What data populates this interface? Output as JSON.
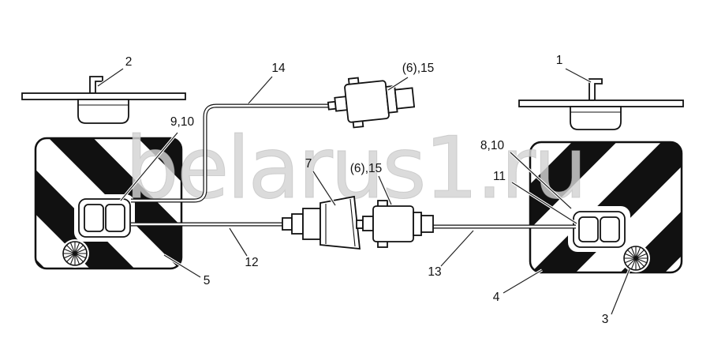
{
  "diagram": {
    "watermark": "belarus1.ru",
    "colors": {
      "stripe": "#111111",
      "line": "#1a1a1a",
      "watermark": "#d3d3d3",
      "watermark_stroke": "#b7b7b7",
      "background": "#ffffff"
    },
    "callouts": [
      {
        "text": "2"
      },
      {
        "text": "14"
      },
      {
        "text": "(6),15"
      },
      {
        "text": "1"
      },
      {
        "text": "9,10"
      },
      {
        "text": "8,10"
      },
      {
        "text": "11"
      },
      {
        "text": "7"
      },
      {
        "text": "(6),15"
      },
      {
        "text": "12"
      },
      {
        "text": "13"
      },
      {
        "text": "5"
      },
      {
        "text": "4"
      },
      {
        "text": "3"
      }
    ]
  }
}
